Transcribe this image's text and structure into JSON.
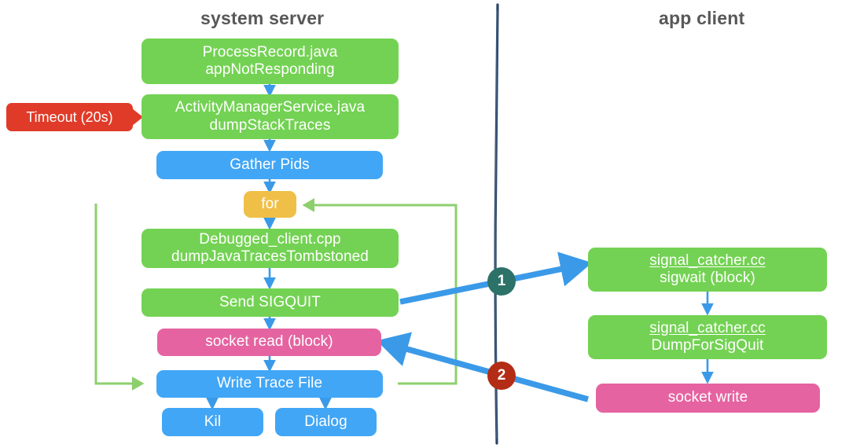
{
  "diagram": {
    "title_left": "system server",
    "title_right": "app client",
    "colors": {
      "green": "#73d253",
      "blue": "#41a6f5",
      "pink": "#e563a0",
      "orange": "#efbf48",
      "red_callout": "#e03b28",
      "badge_one": "#2c7268",
      "badge_two": "#b32d16",
      "divider": "#1e3a5f",
      "arrow_blue": "#3b9ae8",
      "arrow_green": "#8ecf6d",
      "title_text": "#585858"
    },
    "callout": {
      "label": "Timeout (20s)"
    },
    "badges": [
      {
        "label": "1",
        "color": "#2c7268"
      },
      {
        "label": "2",
        "color": "#b32d16"
      }
    ],
    "left_nodes": [
      {
        "id": "process-record",
        "line1": "ProcessRecord.java",
        "line2": "appNotResponding",
        "color": "green"
      },
      {
        "id": "ams",
        "line1": "ActivityManagerService.java",
        "line2": "dumpStackTraces",
        "color": "green"
      },
      {
        "id": "gather-pids",
        "line1": "Gather Pids",
        "line2": "",
        "color": "blue"
      },
      {
        "id": "for-loop",
        "line1": "for",
        "line2": "",
        "color": "orange"
      },
      {
        "id": "debugged-client",
        "line1": "Debugged_client.cpp",
        "line2": "dumpJavaTracesTombstoned",
        "color": "green"
      },
      {
        "id": "send-sigquit",
        "line1": "Send SIGQUIT",
        "line2": "",
        "color": "green"
      },
      {
        "id": "socket-read",
        "line1": "socket read  (block)",
        "line2": "",
        "color": "pink"
      },
      {
        "id": "write-trace-file",
        "line1": "Write Trace File",
        "line2": "",
        "color": "blue"
      },
      {
        "id": "kill",
        "line1": "Kil",
        "line2": "",
        "color": "blue"
      },
      {
        "id": "dialog",
        "line1": "Dialog",
        "line2": "",
        "color": "blue"
      }
    ],
    "right_nodes": [
      {
        "id": "signal-catcher-sigwait",
        "line1": "signal_catcher.cc",
        "line2": "sigwait  (block)",
        "color": "green",
        "underline_line1": true
      },
      {
        "id": "signal-catcher-dump",
        "line1": "signal_catcher.cc",
        "line2": "DumpForSigQuit",
        "color": "green",
        "underline_line1": true
      },
      {
        "id": "socket-write",
        "line1": "socket write",
        "line2": "",
        "color": "pink",
        "underline_line1": false
      }
    ]
  }
}
